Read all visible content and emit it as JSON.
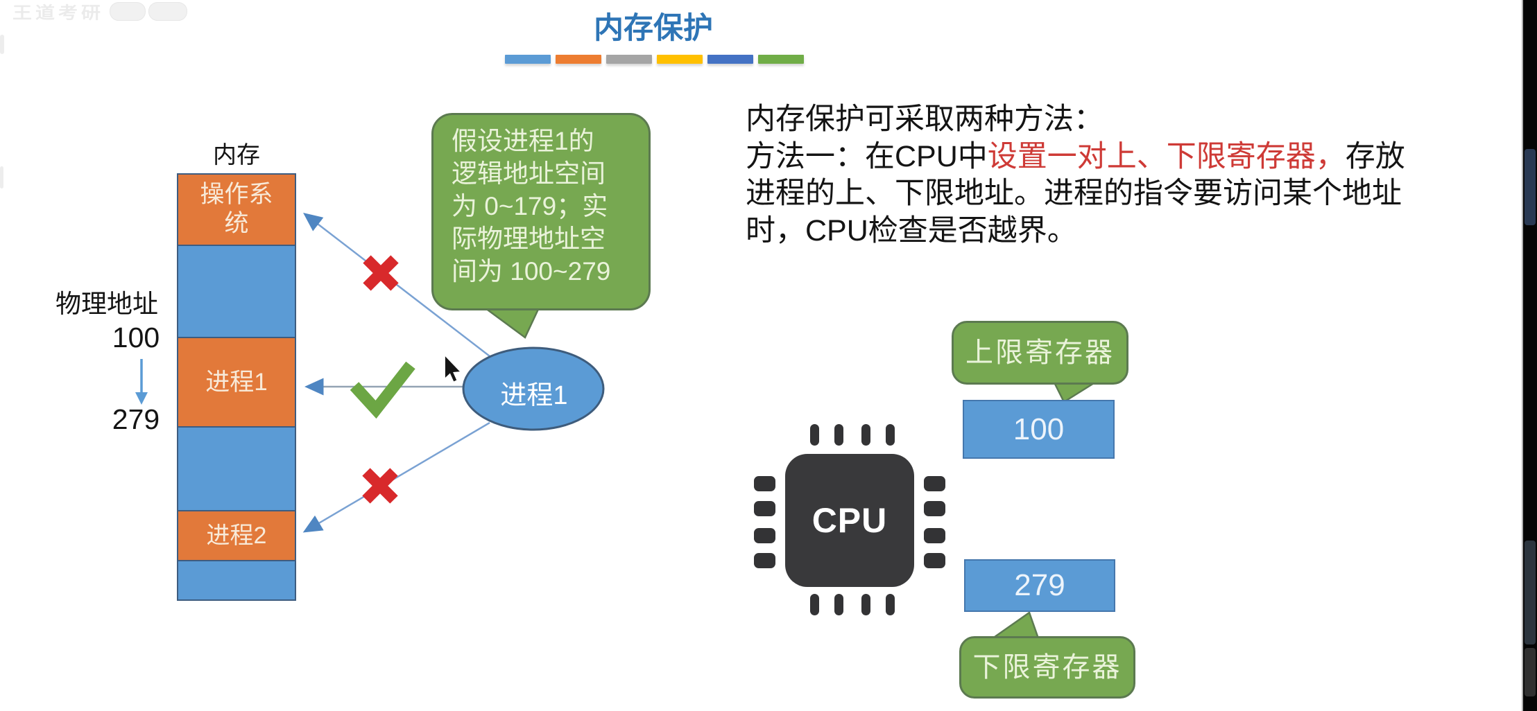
{
  "watermark": {
    "text": "王道考研"
  },
  "title": {
    "text": "内存保护"
  },
  "divider_colors": [
    "#5B9BD5",
    "#ED7D31",
    "#A5A5A5",
    "#FFC000",
    "#4472C4",
    "#70AD47"
  ],
  "memory": {
    "title": "内存",
    "axis_label": "物理地址",
    "start_address": "100",
    "end_address": "279",
    "blocks": [
      {
        "label": "操作系\n统",
        "kind": "os"
      },
      {
        "label": "",
        "kind": "free"
      },
      {
        "label": "进程1",
        "kind": "process"
      },
      {
        "label": "",
        "kind": "free"
      },
      {
        "label": "进程2",
        "kind": "process"
      },
      {
        "label": "",
        "kind": "free"
      }
    ]
  },
  "callout": {
    "text": "假设进程1的\n逻辑地址空间\n为 0~179；实\n际物理地址空\n间为 100~279"
  },
  "process": {
    "label": "进程1"
  },
  "paragraph": {
    "line1": "内存保护可采取两种方法：",
    "line2_pre": "方法一：在CPU中",
    "line2_highlight": "设置一对上、下限寄存器，",
    "line2_post": "存放",
    "line3": "进程的上、下限地址。进程的指令要访问某个地址",
    "line4": "时，CPU检查是否越界。"
  },
  "cpu": {
    "label": "CPU"
  },
  "registers": {
    "upper_label": "上限寄存器",
    "upper_value": "100",
    "lower_value": "279",
    "lower_label": "下限寄存器"
  },
  "colors": {
    "title_blue": "#2E75B6",
    "block_orange": "#E2793A",
    "block_blue": "#5B9BD5",
    "bubble_green": "#77A851",
    "highlight_red": "#CE3A36",
    "cross_red": "#D8292B",
    "check_green": "#6CA644",
    "cpu_dark": "#39393B"
  }
}
